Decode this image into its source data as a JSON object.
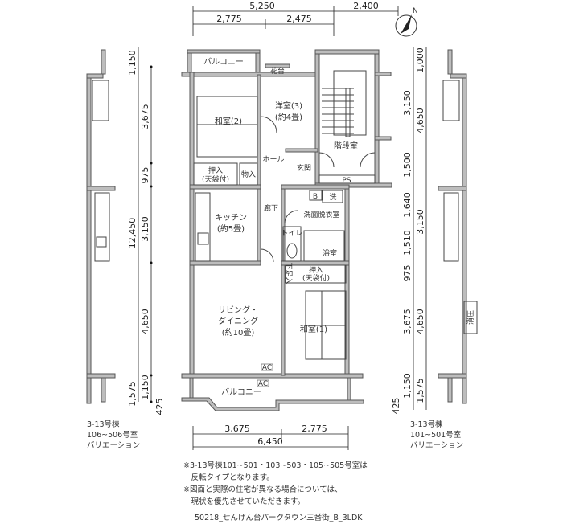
{
  "dimensions": {
    "top_total": "5,250",
    "top_a": "2,775",
    "top_b": "2,475",
    "top_stair": "2,400",
    "bottom_a": "3,675",
    "bottom_b": "2,775",
    "bottom_total": "6,450",
    "left_outer": [
      "1,150",
      "12,450",
      "1,575"
    ],
    "left_inner": [
      "3,675",
      "975",
      "3,150",
      "4,650",
      "1,150",
      "425"
    ],
    "right_outer": [
      "1,000",
      "4,650",
      "3,150",
      "4,650",
      "1,575"
    ],
    "right_inner": [
      "3,150",
      "1,500",
      "1,640",
      "1,510",
      "975",
      "3,675",
      "1,150",
      "425"
    ]
  },
  "rooms": {
    "balcony_top": "バルコニー",
    "flower_bed": "花台",
    "washitsu2": "和室(2)",
    "youshitsu3": "洋室(3)",
    "youshitsu3_size": "(約4畳)",
    "stairwell": "階段室",
    "hall": "ホール",
    "entrance": "玄関",
    "ps": "PS",
    "oshiire": "押入",
    "oshiire_sub": "(天袋付)",
    "storage": "物入",
    "kitchen": "キッチン",
    "kitchen_size": "(約5畳)",
    "corridor": "廊下",
    "boiler": "B",
    "washer": "洗",
    "washroom": "洗面脱衣室",
    "toilet": "トイレ",
    "bath": "浴室",
    "shoe_storage": "下足入",
    "oshiire2": "押入",
    "oshiire2_sub": "(天袋付)",
    "living_l1": "リビング・",
    "living_l2": "ダイニング",
    "living_size": "(約10畳)",
    "washitsu1": "和室(1)",
    "ac": "AC",
    "balcony_bottom": "バルコニー",
    "right_variation_room": "消圧"
  },
  "captions": {
    "left": [
      "3-13号棟",
      "106~506号室",
      "バリエーション"
    ],
    "right": [
      "3-13号棟",
      "101~501号室",
      "バリエーション"
    ]
  },
  "notes": [
    "※3-13号棟101~501・103~503・105~505号室は",
    "　反転タイプとなります。",
    "※図面と実際の住宅が異なる場合については、",
    "　現状を優先させていただきます。"
  ],
  "footer": "50218_せんげん台パークタウン三番街_B_3LDK",
  "compass": "N"
}
